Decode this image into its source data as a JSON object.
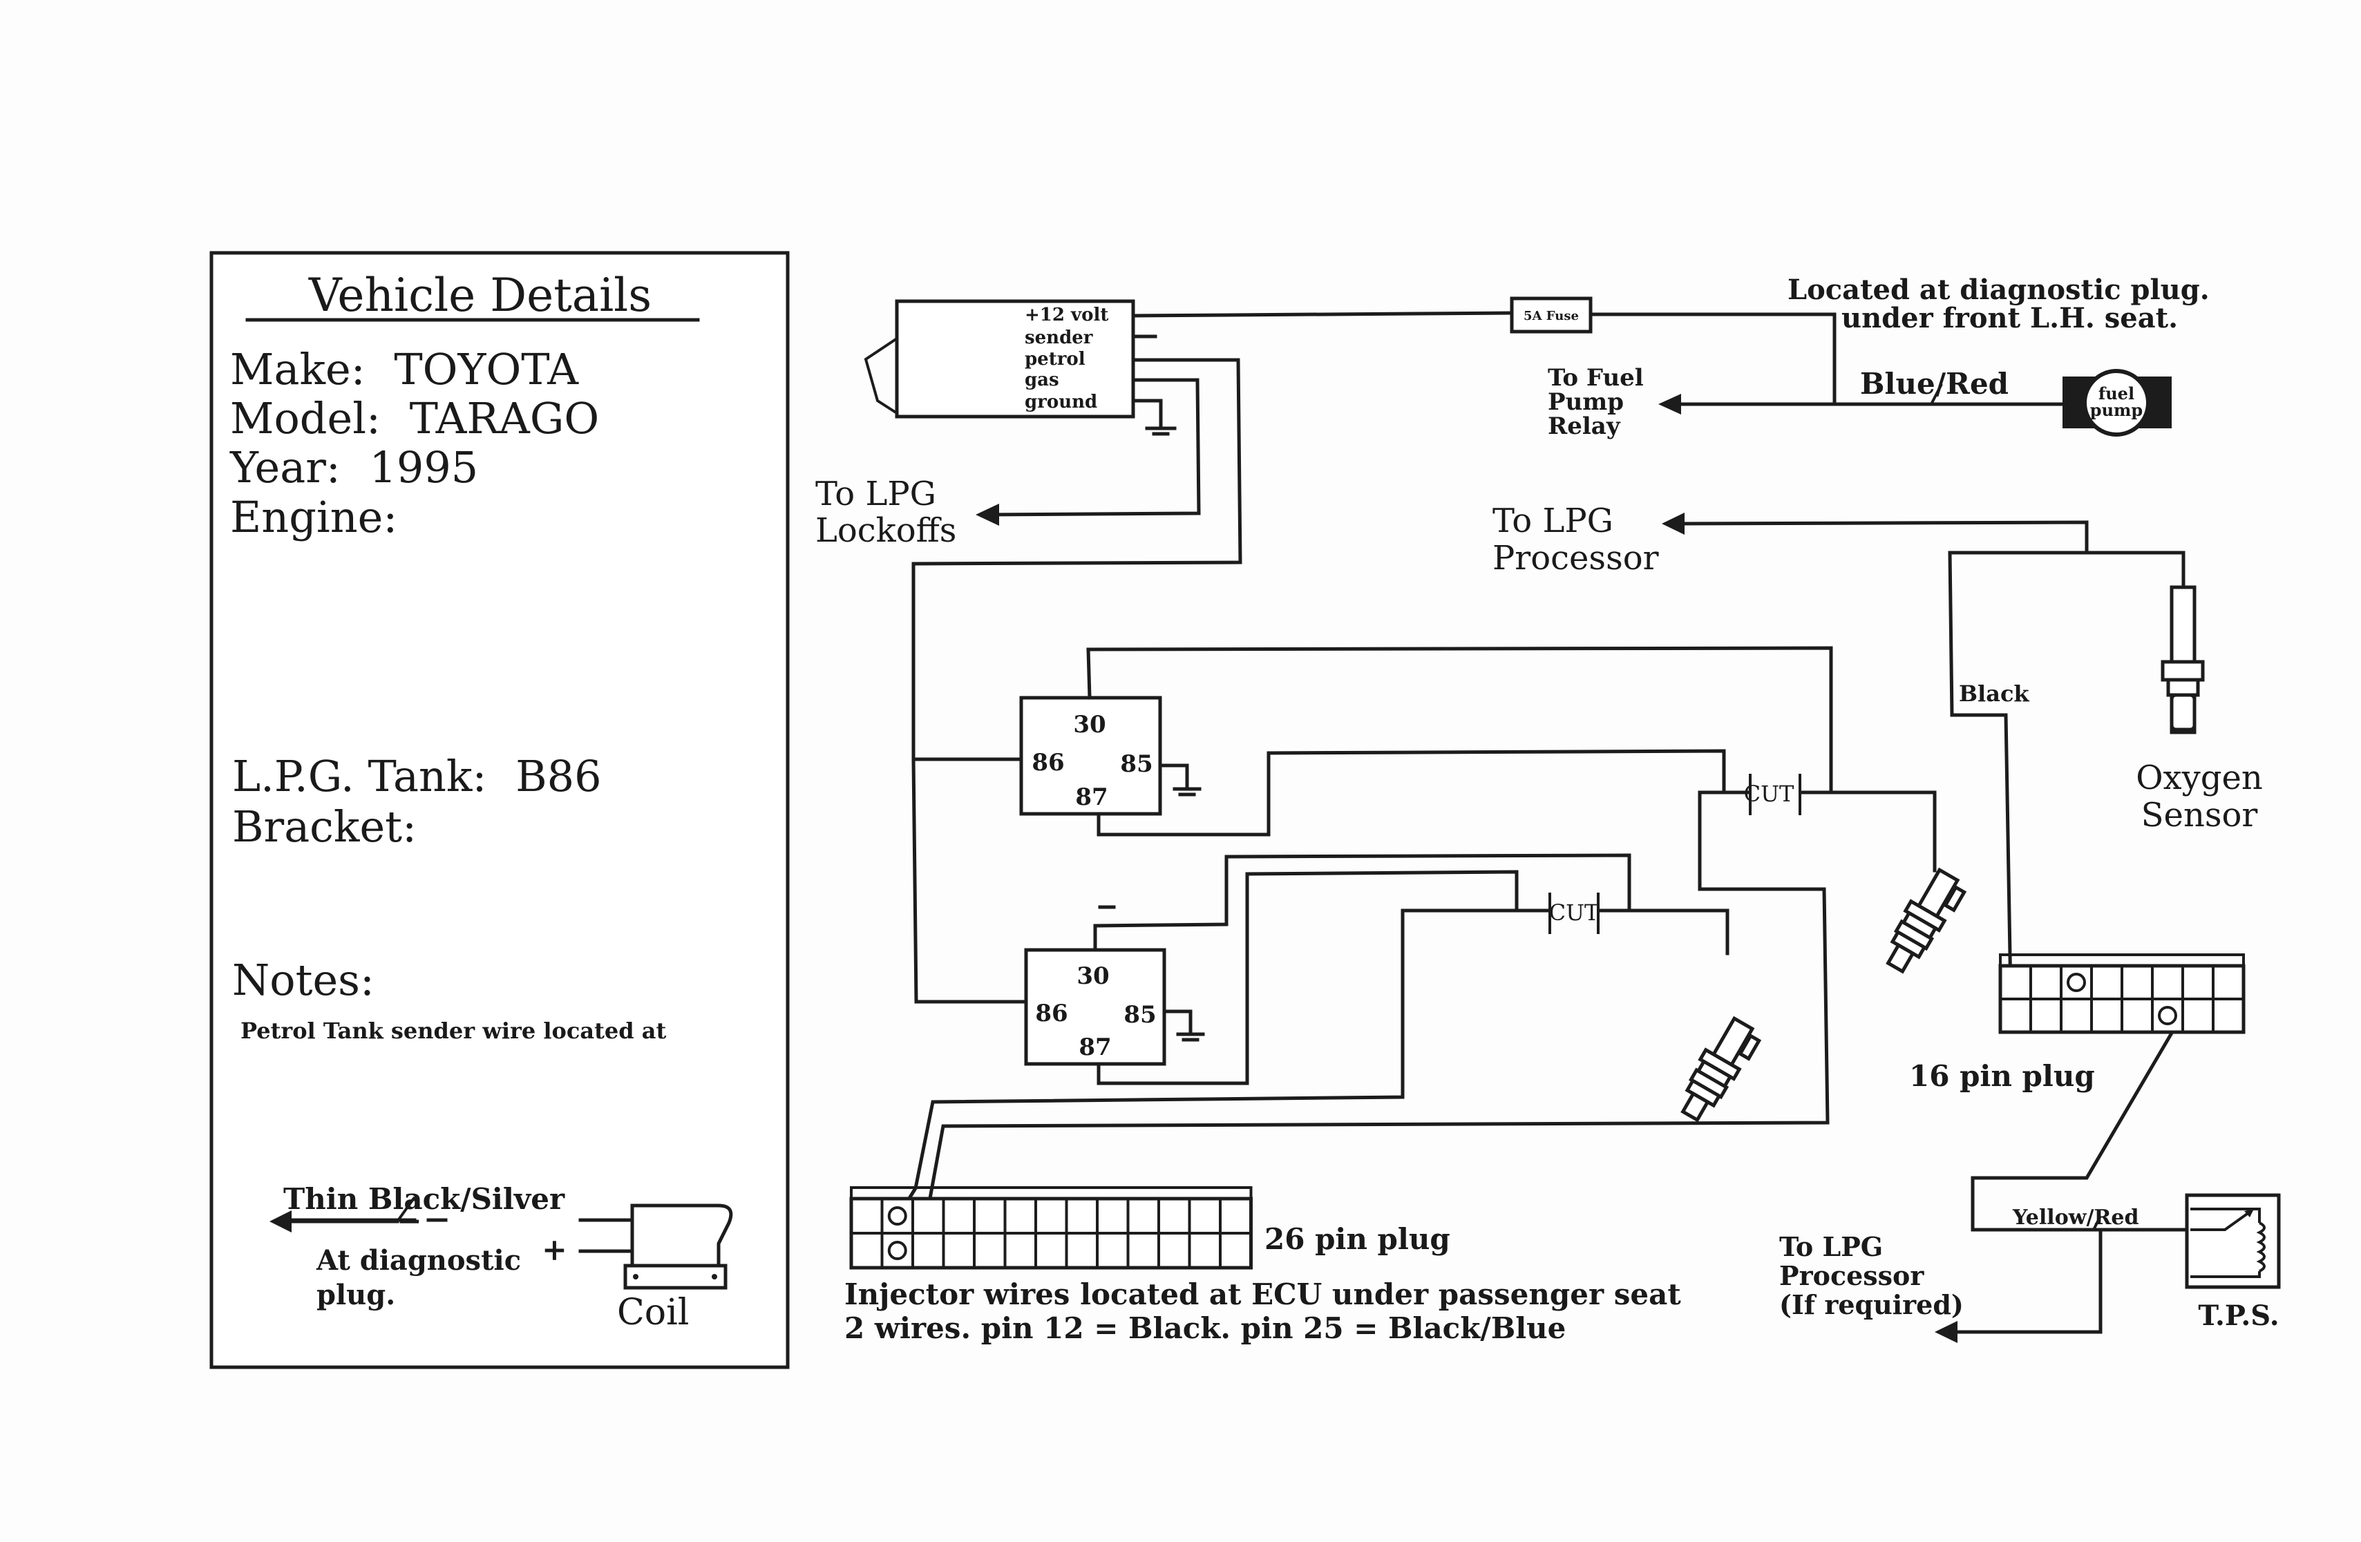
{
  "vehicle_details": {
    "title": "Vehicle Details",
    "make_label": "Make:",
    "make": "TOYOTA",
    "model_label": "Model:",
    "model": "TARAGO",
    "year_label": "Year:",
    "year": "1995",
    "engine_label": "Engine:",
    "engine": "",
    "tank_label": "L.P.G.  Tank:",
    "tank": "B86",
    "bracket_label": "Bracket:",
    "bracket": "",
    "notes_label": "Notes:",
    "notes_text": "Petrol Tank sender wire located at",
    "coil_wire_label": "Thin Black/Silver",
    "coil_location_line1": "At diagnostic",
    "coil_location_line2": "plug.",
    "coil_minus": "−",
    "coil_plus": "+",
    "coil_label": "Coil"
  },
  "switch_unit": {
    "terminals": [
      "+12 volt",
      "sender",
      "petrol",
      "gas",
      "ground"
    ]
  },
  "fuse": {
    "label": "5A Fuse"
  },
  "fuel_pump": {
    "location_line1": "Located at diagnostic plug.",
    "location_line2": "under front L.H. seat.",
    "wire_label": "Blue/Red",
    "dest_line1": "To Fuel",
    "dest_line2": "Pump",
    "dest_line3": "Relay",
    "icon_line1": "fuel",
    "icon_line2": "pump"
  },
  "lockoffs": {
    "line1": "To LPG",
    "line2": "Lockoffs"
  },
  "processor_top": {
    "line1": "To LPG",
    "line2": "Processor"
  },
  "relays": [
    {
      "pin30": "30",
      "pin86": "86",
      "pin85": "85",
      "pin87": "87"
    },
    {
      "pin30": "30",
      "pin86": "86",
      "pin85": "85",
      "pin87": "87"
    }
  ],
  "cut_labels": [
    "CUT",
    "CUT"
  ],
  "oxygen_sensor": {
    "wire_label": "Black",
    "line1": "Oxygen",
    "line2": "Sensor"
  },
  "plug16": {
    "label": "16 pin plug"
  },
  "plug26": {
    "label": "26 pin plug",
    "note_line1": "Injector wires located at ECU under passenger seat",
    "note_line2": "2 wires. pin 12 = Black. pin 25 = Black/Blue"
  },
  "tps": {
    "wire_label": "Yellow/Red",
    "label": "T.P.S.",
    "dest_line1": "To LPG",
    "dest_line2": "Processor",
    "dest_line3": "(If required)"
  }
}
